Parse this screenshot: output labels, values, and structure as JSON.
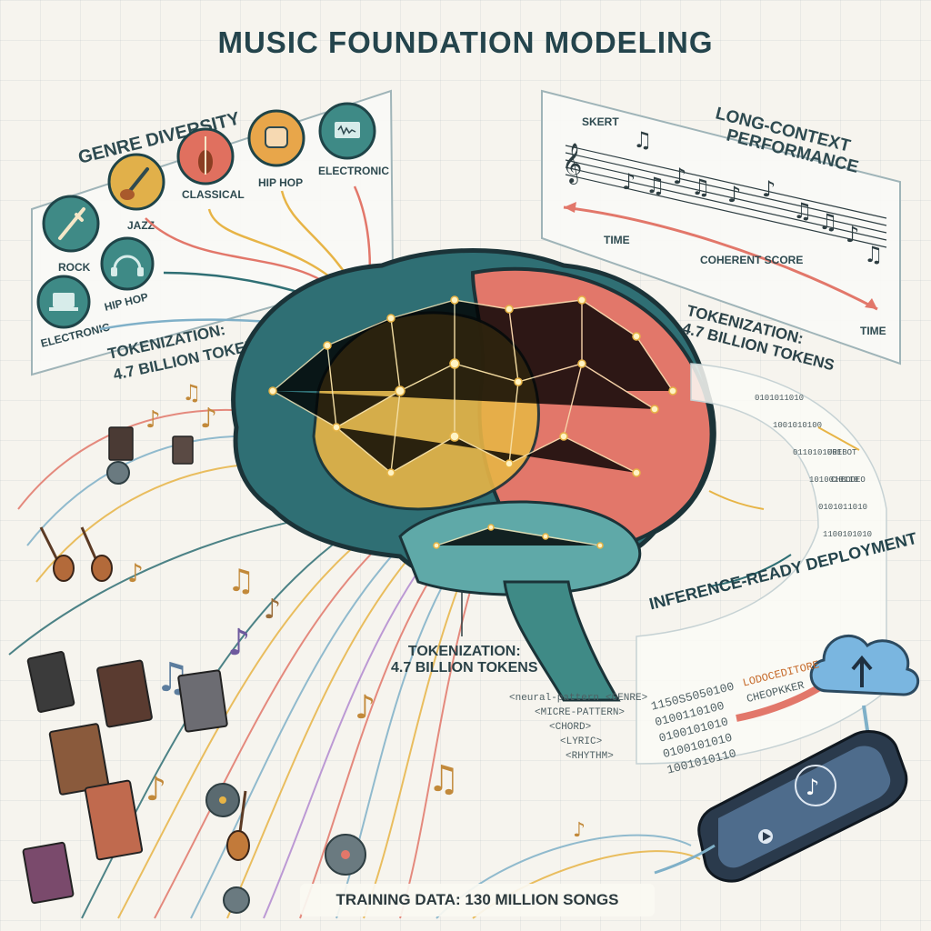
{
  "title": "MUSIC FOUNDATION MODELING",
  "genre_panel": {
    "title": "GENRE DIVERSITY",
    "genres": [
      {
        "label": "ROCK",
        "icon": "electric-guitar-icon",
        "color": "#3f8a86"
      },
      {
        "label": "JAZZ",
        "icon": "guitar-icon",
        "color": "#e1b04a"
      },
      {
        "label": "CLASSICAL",
        "icon": "violin-icon",
        "color": "#e0705f"
      },
      {
        "label": "HIP HOP",
        "icon": "raised-fist-icon",
        "color": "#e8a64a"
      },
      {
        "label": "ELECTRONIC",
        "icon": "laptop-waveform-icon",
        "color": "#3e8a86"
      },
      {
        "label": "ELECTRONIC",
        "icon": "laptop-icon",
        "color": "#3e8a86"
      },
      {
        "label": "HIP HOP",
        "icon": "headphones-icon",
        "color": "#3e8a86"
      }
    ],
    "tokenization_label": "TOKENIZATION:\n4.7 BILLION TOKENS"
  },
  "long_context_panel": {
    "title_line1": "LONG-CONTEXT",
    "title_line2": "PERFORMANCE",
    "skert_label": "SKERT",
    "time_label_1": "TIME",
    "coherent_score_label": "COHERENT SCORE",
    "time_label_2": "TIME"
  },
  "right_tokenization_label_line1": "TOKENIZATION:",
  "right_tokenization_label_line2": "4.7 BILLION TOKENS",
  "center_tokenization_label_line1": "TOKENIZATION:",
  "center_tokenization_label_line2": "4.7 BILLION TOKENS",
  "deployment": {
    "title": "INFERENCE-READY DEPLOYMENT",
    "code_tags": [
      "<neural-pattern",
      "<GENRE>",
      "<MICRE-PATTERN>",
      "<CHORD>",
      "<LYRIC>",
      "<RHYTHM>"
    ],
    "binary_lines": [
      "1150S5050100",
      "0100110100",
      "0100101010",
      "0100101010",
      "1001010110"
    ],
    "token_lines": [
      "LODOCEDITORE",
      "CHEOPKKER"
    ],
    "side_codes": [
      "UREBOT",
      "CHBODEO"
    ],
    "cloud_icon": "cloud-upload-icon",
    "phone_icon": "smartphone-player-icon",
    "music_note_icon": "music-note-icon",
    "play_icon": "play-icon"
  },
  "footer": "TRAINING DATA: 130 MILLION SONGS",
  "colors": {
    "teal": "#2f6f74",
    "coral": "#e2776a",
    "gold": "#e7b446",
    "sky": "#7fb0c8"
  }
}
